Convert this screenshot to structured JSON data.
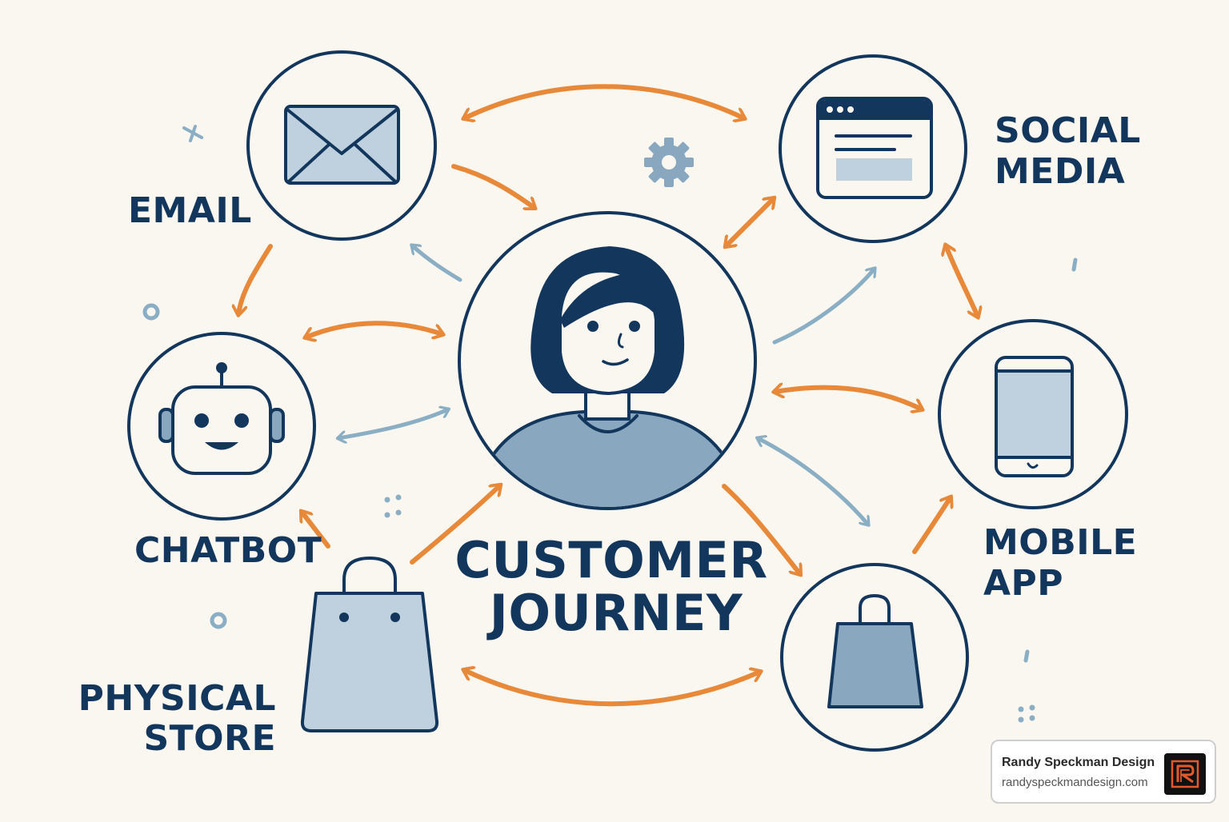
{
  "diagram": {
    "center": {
      "line1": "CUSTOMER",
      "line2": "JOURNEY"
    },
    "channels": {
      "email": {
        "line1": "EMAIL"
      },
      "social_media": {
        "line1": "SOCIAL",
        "line2": "MEDIA"
      },
      "chatbot": {
        "line1": "CHATBOT"
      },
      "mobile_app": {
        "line1": "MOBILE",
        "line2": "APP"
      },
      "physical_store": {
        "line1": "PHYSICAL",
        "line2": "STORE"
      }
    }
  },
  "badge": {
    "name": "Randy Speckman Design",
    "url": "randyspeckmandesign.com"
  },
  "colors": {
    "background": "#faf6f0",
    "ink": "#13375c",
    "accent_orange": "#e8893a",
    "accent_blue": "#8aaec3",
    "fill_light": "#bfd1de",
    "fill_mid": "#89a8bf"
  },
  "icons": [
    "person-icon",
    "envelope-icon",
    "browser-window-icon",
    "robot-icon",
    "smartphone-icon",
    "shopping-bag-icon",
    "gear-icon"
  ]
}
